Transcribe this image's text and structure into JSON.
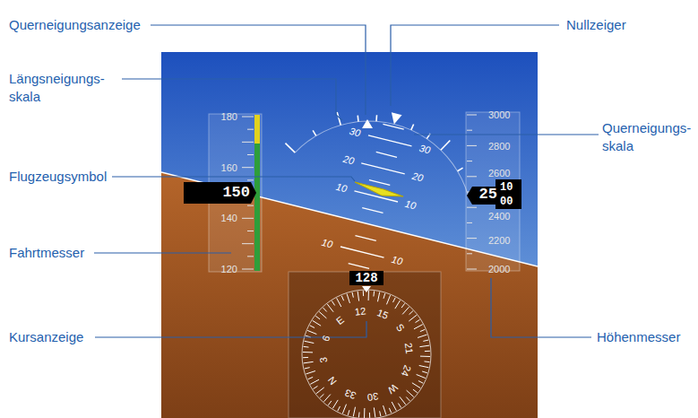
{
  "diagram": {
    "labels": [
      "Querneigungsanzeige",
      "Nullzeiger",
      "Längsneigungs- skala",
      "Flugzeugsymbol",
      "Fahrtmesser",
      "Kursanzeige",
      "Querneigungs- skala",
      "Höhenmesser",
      "180",
      "160",
      "140",
      "120",
      "150",
      "3000",
      "2800",
      "2600",
      "2400",
      "2200",
      "2000",
      "25",
      "10",
      "00",
      "128",
      "12",
      "15",
      "S",
      "21",
      "24",
      "W",
      "30",
      "33",
      "N",
      "3",
      "6",
      "E",
      "30",
      "30",
      "20",
      "20",
      "10",
      "10",
      "10",
      "10"
    ]
  }
}
